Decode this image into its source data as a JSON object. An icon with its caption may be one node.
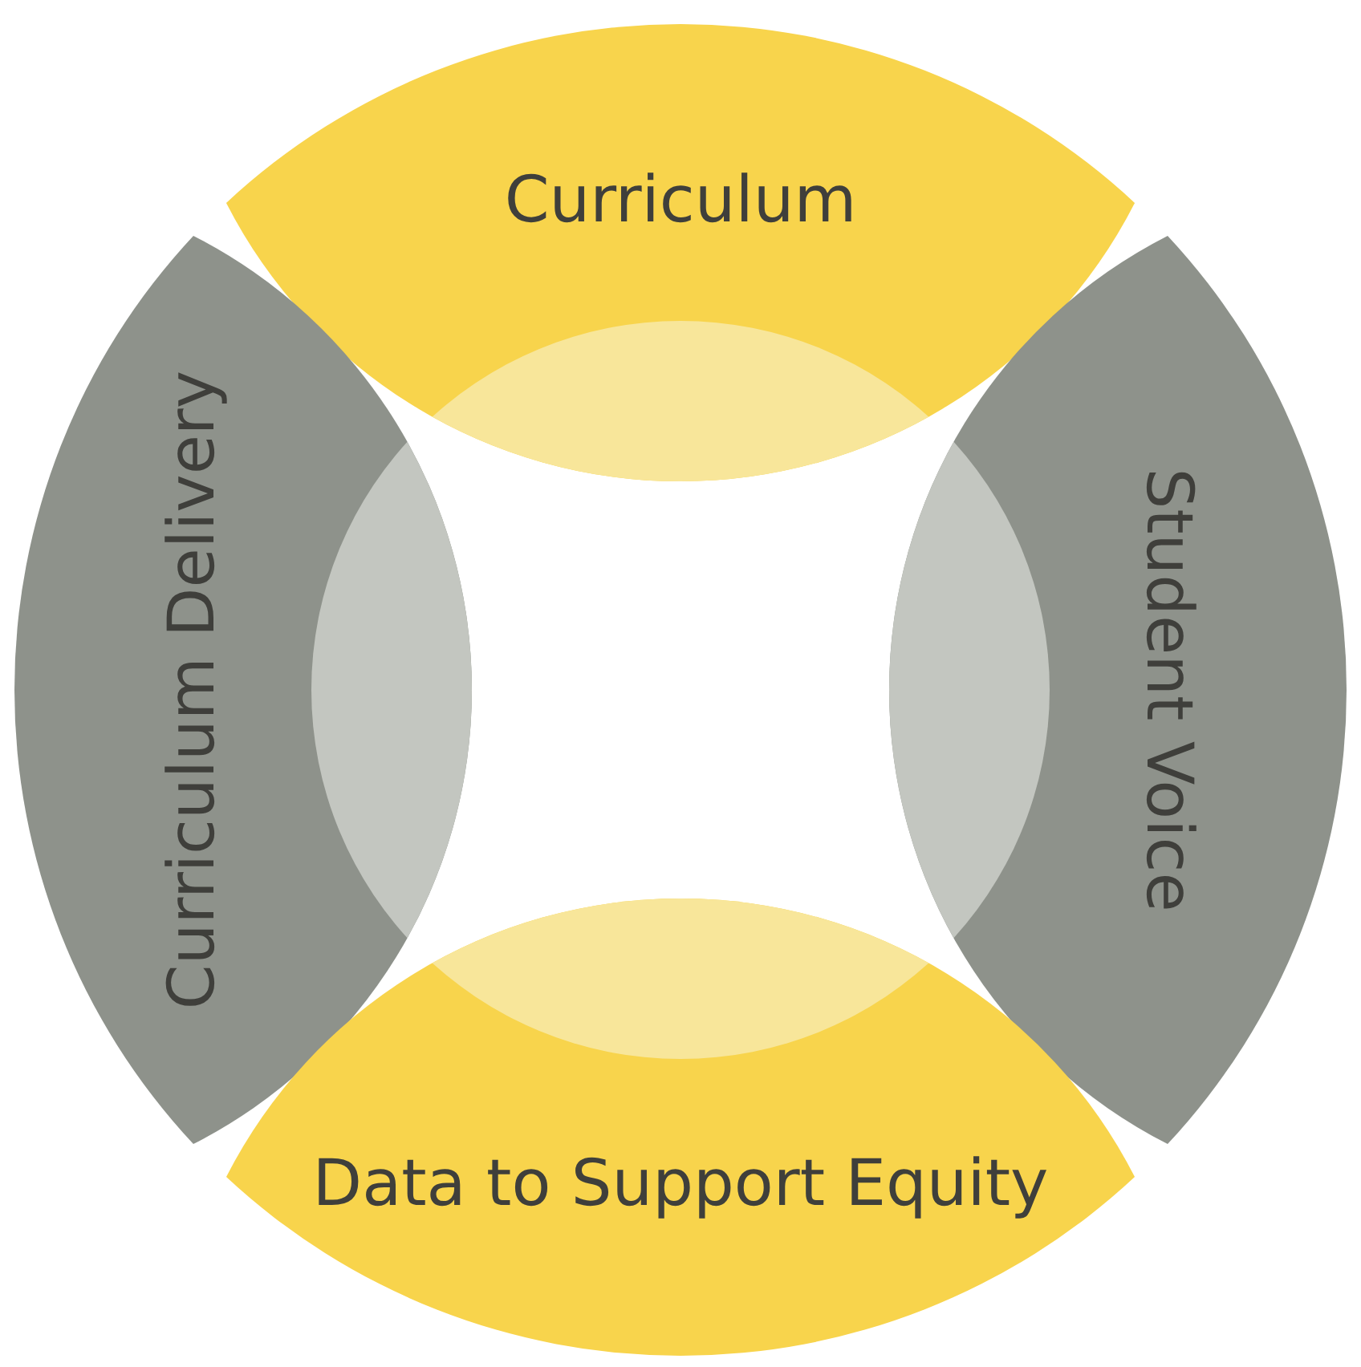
{
  "diagram": {
    "nodes": [
      {
        "text": [
          "Curriculum"
        ]
      },
      {
        "text": [
          "Curriculum Delivery"
        ]
      },
      {
        "text": [
          "Student Voice"
        ]
      },
      {
        "text": [
          "Data to Support Equity"
        ]
      }
    ]
  }
}
